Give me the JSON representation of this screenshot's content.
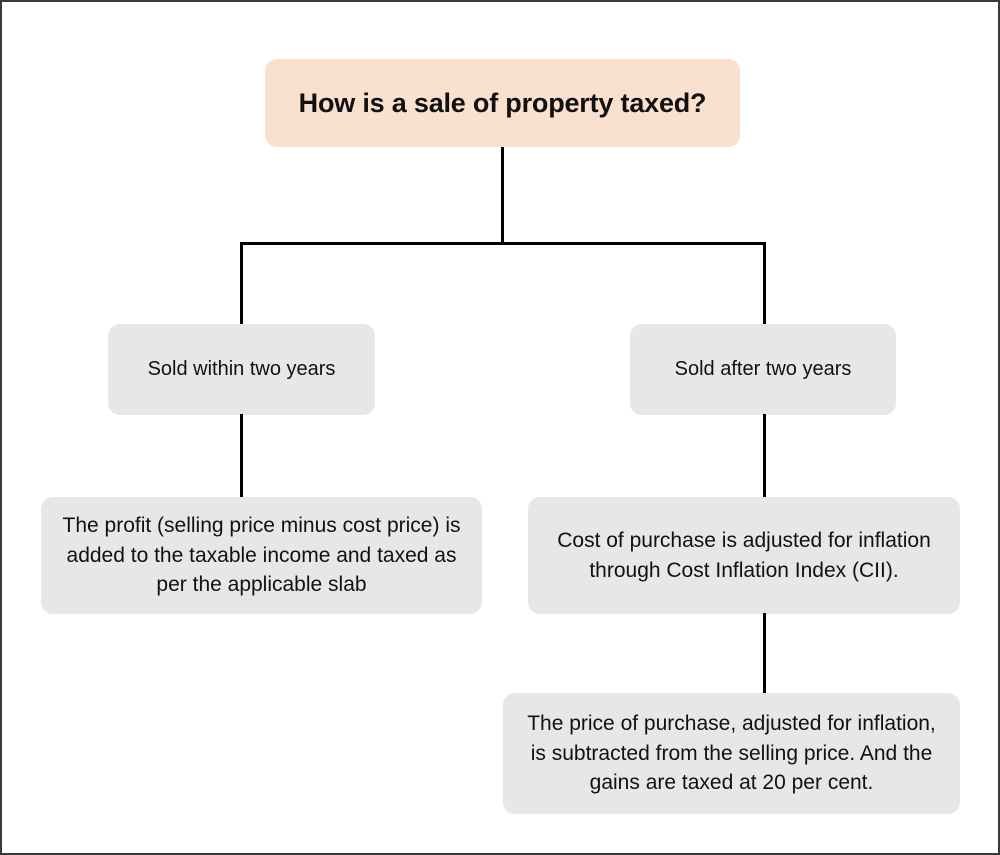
{
  "diagram": {
    "type": "flowchart-tree",
    "title": "How is a sale of property taxed?",
    "palette": {
      "root_fill": "#fae0cf",
      "node_fill": "#e6e7e8",
      "connector": "#000000",
      "text": "#111111",
      "canvas": "#ffffff",
      "border": "#3a3a3a"
    },
    "nodes": {
      "root": {
        "label": "How is a sale of property taxed?"
      },
      "branch_left": {
        "label": "Sold within two years"
      },
      "branch_right": {
        "label": "Sold after two years"
      },
      "leaf_left": {
        "label": "The profit (selling price minus cost price) is added to the taxable income and taxed as per the applicable slab"
      },
      "leaf_right_1": {
        "label": "Cost of purchase is adjusted for inflation through Cost Inflation Index (CII)."
      },
      "leaf_right_2": {
        "label": "The price of purchase, adjusted for inflation, is subtracted from the selling price. And the gains are taxed at 20 per cent."
      }
    },
    "edges": [
      {
        "from": "root",
        "to": "branch_left"
      },
      {
        "from": "root",
        "to": "branch_right"
      },
      {
        "from": "branch_left",
        "to": "leaf_left"
      },
      {
        "from": "branch_right",
        "to": "leaf_right_1"
      },
      {
        "from": "leaf_right_1",
        "to": "leaf_right_2"
      }
    ]
  }
}
